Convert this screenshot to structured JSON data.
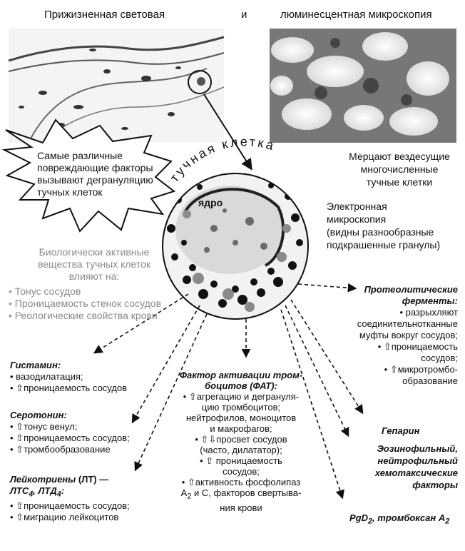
{
  "header": {
    "left": "Прижизненная световая",
    "middle": "и",
    "right": "люминесцентная микроскопия"
  },
  "starburst": {
    "lines": [
      "Самые различные",
      "повреждающие факторы",
      "вызывают дегрануляцию",
      "тучных клеток"
    ]
  },
  "cell": {
    "arc_label": "тучная клетка",
    "nucleus_label": "ядро"
  },
  "flicker": {
    "lines": [
      "Мерцают вездесущие",
      "многочисленные",
      "тучные клетки"
    ]
  },
  "electron": {
    "lines": [
      "Электронная",
      "микроскопия",
      "(видны разнообразные",
      "подкрашенные гранулы)"
    ]
  },
  "bio": {
    "lines": [
      "Биологически активные",
      "вещества тучных клеток",
      "влияют на:"
    ],
    "items": [
      "Тонус сосудов",
      "Проницаемость стенок сосудов",
      "Реологические свойства крови"
    ]
  },
  "histamine": {
    "title": "Гистамин:",
    "items": [
      "вазодилатация;",
      "⇧проницаемость сосудов"
    ]
  },
  "serotonin": {
    "title": "Серотонин:",
    "items": [
      "⇧тонус венул;",
      "⇧проницаемость сосудов;",
      "⇧тромбообразование"
    ]
  },
  "leuko": {
    "title_a": "Лейкотриены",
    "title_b": " (ЛТ) —",
    "sub_prefix": "ЛТС",
    "sub_c": "4",
    "sub_mid": ", ЛТД",
    "sub_d": "4",
    "sub_end": ":",
    "items": [
      "⇧проницаемость сосудов;",
      "⇧миграцию лейкоцитов"
    ]
  },
  "fat": {
    "title_lines": [
      "Фактор активации тром-",
      "боцитов (ФАТ):"
    ],
    "b1": [
      "• ⇧агрегацию и дегрануля-",
      "цию тромбоцитов;",
      "нейтрофилов, моноцитов",
      "и макрофагов;"
    ],
    "b2": [
      "• ⇧⇩просвет сосудов",
      "(часто, дилататор);"
    ],
    "b3": [
      "• ⇧ проницаемость",
      "сосудов;"
    ],
    "b4a": "• ⇧активность фосфолипаз",
    "b4b_a": "А",
    "b4b_sub": "2",
    "b4b_c": " и С, факторов свертыва-",
    "b4c": "ния крови"
  },
  "protease": {
    "title_lines": [
      "Протеолитические",
      "ферменты:"
    ],
    "lines": [
      "• разрыхляют",
      "соединительнотканные",
      "муфты вокруг сосудов;",
      "• ⇧проницаемость",
      "сосудов;",
      "• ⇧микротромбо-",
      "образование"
    ]
  },
  "heparin": {
    "title": "Гепарин"
  },
  "eos": {
    "lines": [
      "Эозинофильный,",
      "нейтрофильный",
      "хемотаксические",
      "факторы"
    ]
  },
  "pgd": {
    "a": "PgD",
    "a_sub": "2",
    "b": ", тромбоксан A",
    "b_sub": "2"
  }
}
